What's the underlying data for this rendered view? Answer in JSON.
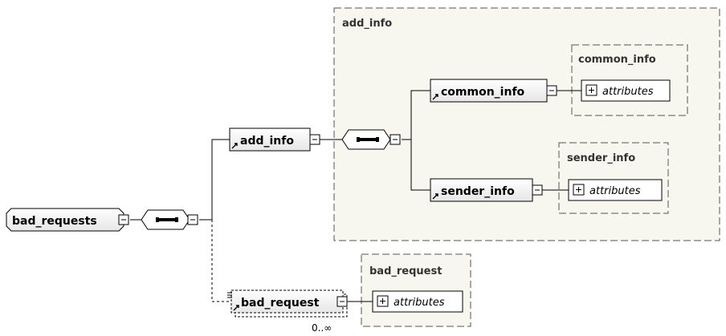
{
  "diagram": {
    "root": {
      "label": "bad_requests"
    },
    "add_info_group": {
      "title": "add_info"
    },
    "add_info": {
      "label": "add_info"
    },
    "common_info_group": {
      "title": "common_info"
    },
    "common_info": {
      "label": "common_info",
      "attributes_label": "attributes"
    },
    "sender_info_group": {
      "title": "sender_info"
    },
    "sender_info": {
      "label": "sender_info",
      "attributes_label": "attributes"
    },
    "bad_request_group": {
      "title": "bad_request"
    },
    "bad_request": {
      "label": "bad_request",
      "attributes_label": "attributes",
      "occurrence": "0..∞"
    }
  }
}
